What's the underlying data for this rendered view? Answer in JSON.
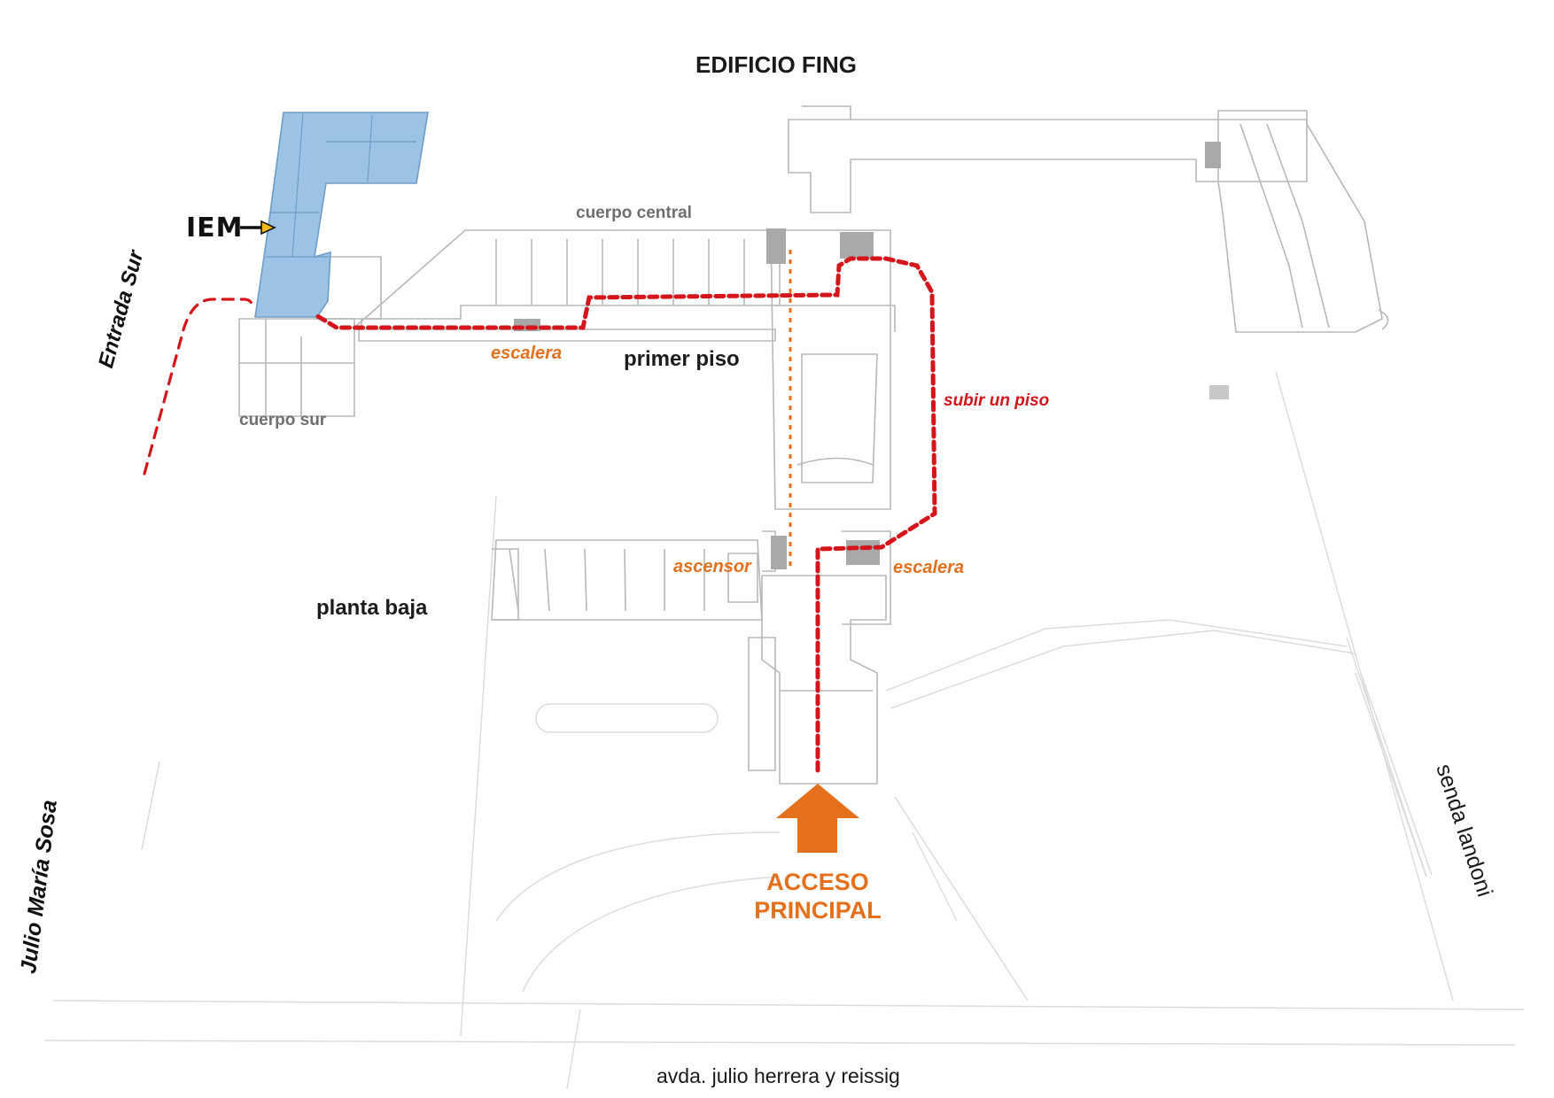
{
  "title": "EDIFICIO FING",
  "labels": {
    "cuerpo_central": "cuerpo central",
    "cuerpo_sur": "cuerpo sur",
    "iem": "IEM",
    "entrada_sur": "Entrada Sur",
    "escalera_top": "escalera",
    "primer_piso": "primer piso",
    "subir_un_piso": "subir un piso",
    "ascensor": "ascensor",
    "escalera_bottom": "escalera",
    "planta_baja": "planta baja",
    "acceso_line1": "ACCESO",
    "acceso_line2": "PRINCIPAL"
  },
  "streets": {
    "avda": "avda. julio herrera y reissig",
    "julio_maria_sosa": "Julio María Sosa",
    "senda": "senda landoni"
  },
  "colors": {
    "route_red": "#d4161c",
    "orange": "#e4701e",
    "iem_blue": "#9cc3e6",
    "plan_line": "#b8b8b8",
    "stair_gray": "#a9a9a9"
  },
  "icons": {
    "iem_pointer": "arrow-right-icon",
    "access": "arrow-up-icon"
  }
}
